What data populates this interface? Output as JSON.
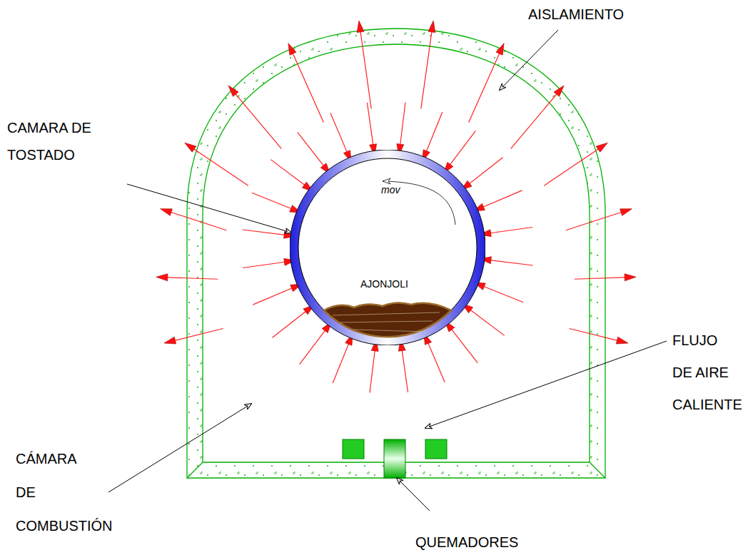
{
  "diagram": {
    "nodes": [
      {
        "text": [
          "mov",
          "AJONJOLI"
        ]
      }
    ],
    "labels": [
      "AISLAMIENTO",
      "CAMARA DE TOSTADO",
      "FLUJO DE AIRE CALIENTE",
      "CÁMARA DE COMBUSTIÓN",
      "QUEMADORES"
    ]
  }
}
